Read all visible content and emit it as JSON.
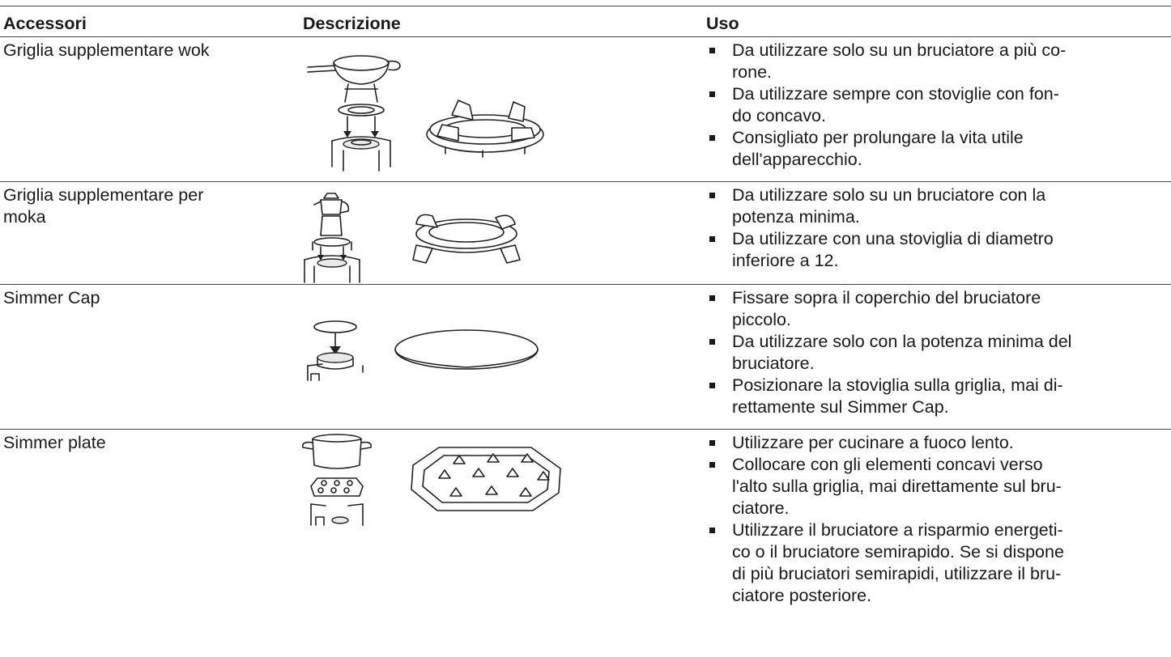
{
  "table": {
    "headers": [
      "Accessori",
      "Descrizione",
      "Uso"
    ],
    "rows": [
      {
        "name": "Griglia supplementare wok",
        "name_lines": [
          "Griglia supplementare wok"
        ],
        "uses": [
          [
            "Da utilizzare solo su un bruciatore a più co-",
            "rone."
          ],
          [
            "Da utilizzare sempre con stoviglie con fon-",
            "do concavo."
          ],
          [
            "Consigliato per prolungare la vita utile",
            "dell'apparecchio."
          ]
        ]
      },
      {
        "name": "Griglia supplementare per moka",
        "name_lines": [
          "Griglia supplementare per",
          "moka"
        ],
        "uses": [
          [
            "Da utilizzare solo su un bruciatore con la",
            "potenza minima."
          ],
          [
            "Da utilizzare con una stoviglia di diametro",
            "inferiore a 12."
          ]
        ]
      },
      {
        "name": "Simmer Cap",
        "name_lines": [
          "Simmer Cap"
        ],
        "uses": [
          [
            "Fissare sopra il coperchio del bruciatore",
            "piccolo."
          ],
          [
            "Da utilizzare solo con la potenza minima del",
            "bruciatore."
          ],
          [
            "Posizionare la stoviglia sulla griglia, mai di-",
            "rettamente sul Simmer Cap."
          ]
        ]
      },
      {
        "name": "Simmer plate",
        "name_lines": [
          "Simmer plate"
        ],
        "uses": [
          [
            "Utilizzare per cucinare a fuoco lento."
          ],
          [
            "Collocare con gli elementi concavi verso",
            "l'alto sulla griglia, mai direttamente sul bru-",
            "ciatore."
          ],
          [
            "Utilizzare il bruciatore a risparmio energeti-",
            "co o il bruciatore semirapido. Se si dispone",
            "di più bruciatori semirapidi, utilizzare il bru-",
            "ciatore posteriore."
          ]
        ]
      }
    ]
  },
  "icons": {
    "row0": "wok-ring-illustration",
    "row1": "moka-ring-illustration",
    "row2": "simmer-cap-illustration",
    "row3": "simmer-plate-illustration"
  }
}
